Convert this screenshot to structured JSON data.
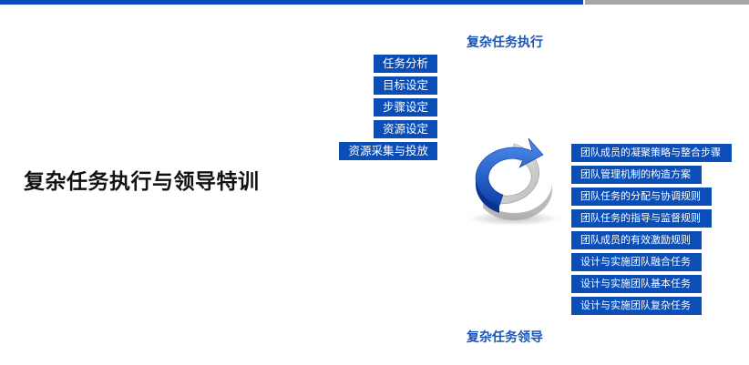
{
  "slide": {
    "title": "复杂任务执行与领导特训",
    "heading_top": "复杂任务执行",
    "heading_bottom": "复杂任务领导"
  },
  "left_items": [
    {
      "label": "任务分析"
    },
    {
      "label": "目标设定"
    },
    {
      "label": "步骤设定"
    },
    {
      "label": "资源设定"
    },
    {
      "label": "资源采集与投放"
    }
  ],
  "right_items": [
    {
      "label": "团队成员的凝聚策略与整合步骤"
    },
    {
      "label": "团队管理机制的构造方案"
    },
    {
      "label": "团队任务的分配与协调规则"
    },
    {
      "label": "团队任务的指导与监督规则"
    },
    {
      "label": "团队成员的有效激励规则"
    },
    {
      "label": "设计与实施团队融合任务"
    },
    {
      "label": "设计与实施团队基本任务"
    },
    {
      "label": "设计与实施团队复杂任务"
    }
  ],
  "colors": {
    "accent_blue": "#0c4eb7",
    "heading_blue": "#1a56b8",
    "top_bar_blue": "#0a4cc0",
    "top_bar_gray": "#a6a6a6"
  },
  "icons": {
    "center_graphic": "circular-arrows-icon"
  }
}
